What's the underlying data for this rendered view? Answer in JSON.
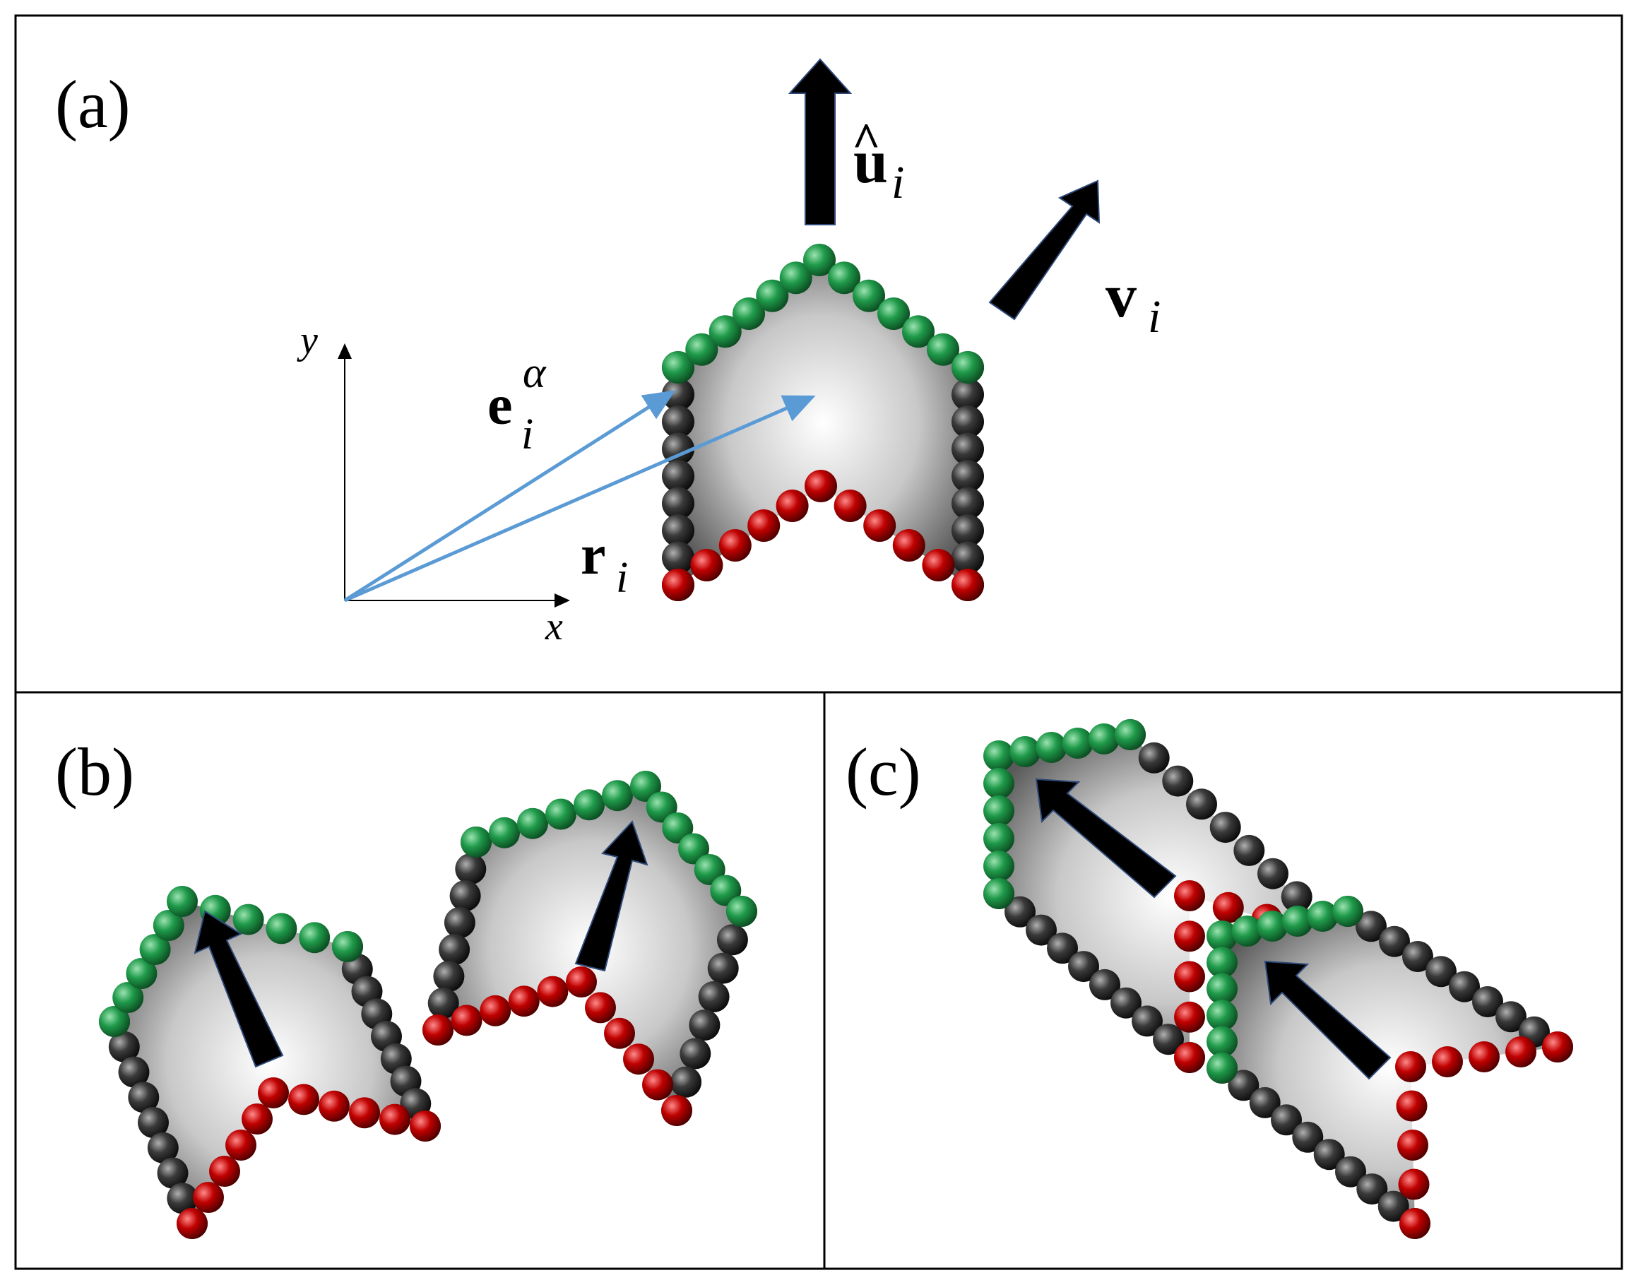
{
  "panels": {
    "a": {
      "label": "(a)"
    },
    "b": {
      "label": "(b)"
    },
    "c": {
      "label": "(c)"
    }
  },
  "symbols": {
    "u_base": "u",
    "u_hat": "^",
    "u_sub": "i",
    "v_base": "v",
    "v_sub": "i",
    "e_base": "e",
    "e_sub": "i",
    "e_sup": "α",
    "r_base": "r",
    "r_sub": "i"
  },
  "axes": {
    "x_label": "x",
    "y_label": "y"
  },
  "colors": {
    "front_beads": "#1f9a4a",
    "back_beads": "#c00000",
    "side_beads": "#3a3a3a",
    "position_vectors": "#5b9bd5",
    "arrows": "#000000",
    "frame": "#000000"
  },
  "icons": {
    "particle": "chevron-shaped bead particle",
    "orientation": "arrow-icon"
  }
}
